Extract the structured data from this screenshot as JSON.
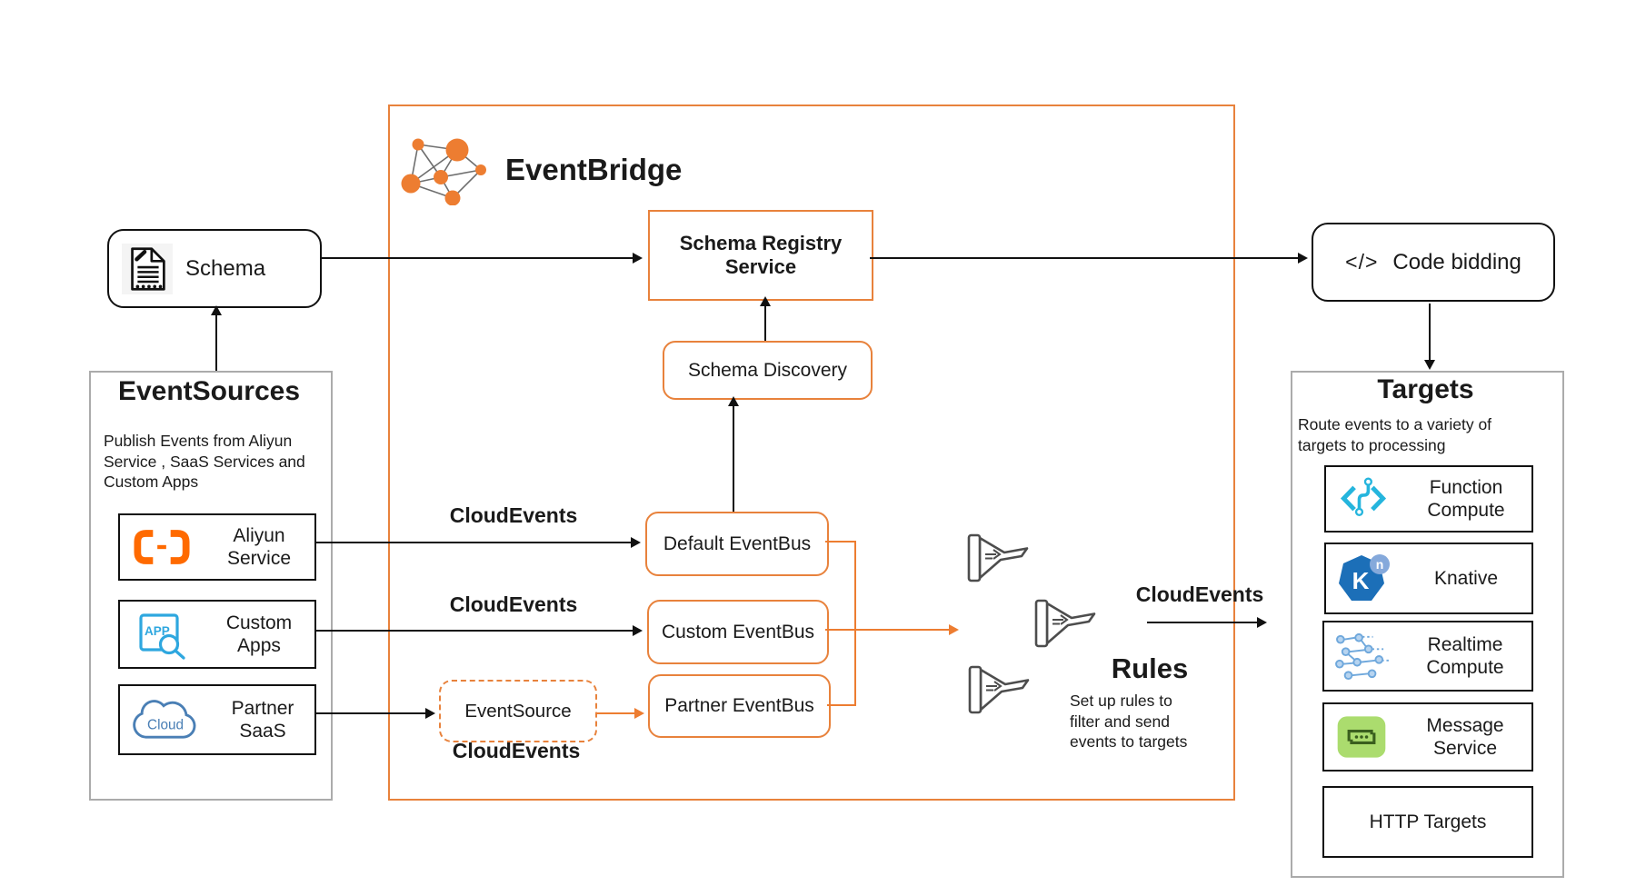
{
  "colors": {
    "accent_orange": "#E8823C",
    "arrow_orange": "#ED7D31",
    "aliyun_orange": "#FF6A00",
    "app_blue": "#2EA7DF",
    "cloud_blue": "#4A7FB5",
    "function_compute_cyan": "#25B5DD",
    "knative_blue": "#1C6FB8",
    "realtime_blue": "#6FA8DC",
    "message_green": "#ABDC6E",
    "panel_border_gray": "#ABABAB"
  },
  "schema_box": {
    "label": "Schema"
  },
  "event_sources": {
    "title": "EventSources",
    "description_lines": [
      "Publish Events from Aliyun",
      "Service , SaaS Services and",
      "Custom Apps"
    ],
    "items": [
      {
        "line1": "Aliyun",
        "line2": "Service"
      },
      {
        "line1": "Custom",
        "line2": "Apps",
        "icon_text": "APP"
      },
      {
        "line1": "Partner",
        "line2": "SaaS",
        "icon_text": "Cloud"
      }
    ]
  },
  "eventbridge": {
    "title": "EventBridge",
    "schema_registry_service": {
      "line1": "Schema Registry",
      "line2": "Service"
    },
    "schema_discovery": {
      "label": "Schema Discovery"
    },
    "event_buses": [
      {
        "label": "Default EventBus"
      },
      {
        "label": "Custom EventBus"
      },
      {
        "label": "Partner EventBus"
      }
    ],
    "event_source_box": {
      "label": "EventSource"
    },
    "cloudevents_label": "CloudEvents",
    "rules": {
      "title": "Rules",
      "description_lines": [
        "Set up rules to",
        "filter and send",
        "events to targets"
      ]
    }
  },
  "code_bidding": {
    "icon_text": "</>",
    "label": "Code bidding"
  },
  "targets": {
    "title": "Targets",
    "description_lines": [
      "Route events to a variety of",
      "targets to processing"
    ],
    "items": [
      {
        "line1": "Function",
        "line2": "Compute"
      },
      {
        "label": "Knative",
        "icon_main": "K",
        "icon_badge": "n"
      },
      {
        "line1": "Realtime",
        "line2": "Compute"
      },
      {
        "line1": "Message",
        "line2": "Service"
      },
      {
        "label": "HTTP Targets"
      }
    ]
  }
}
